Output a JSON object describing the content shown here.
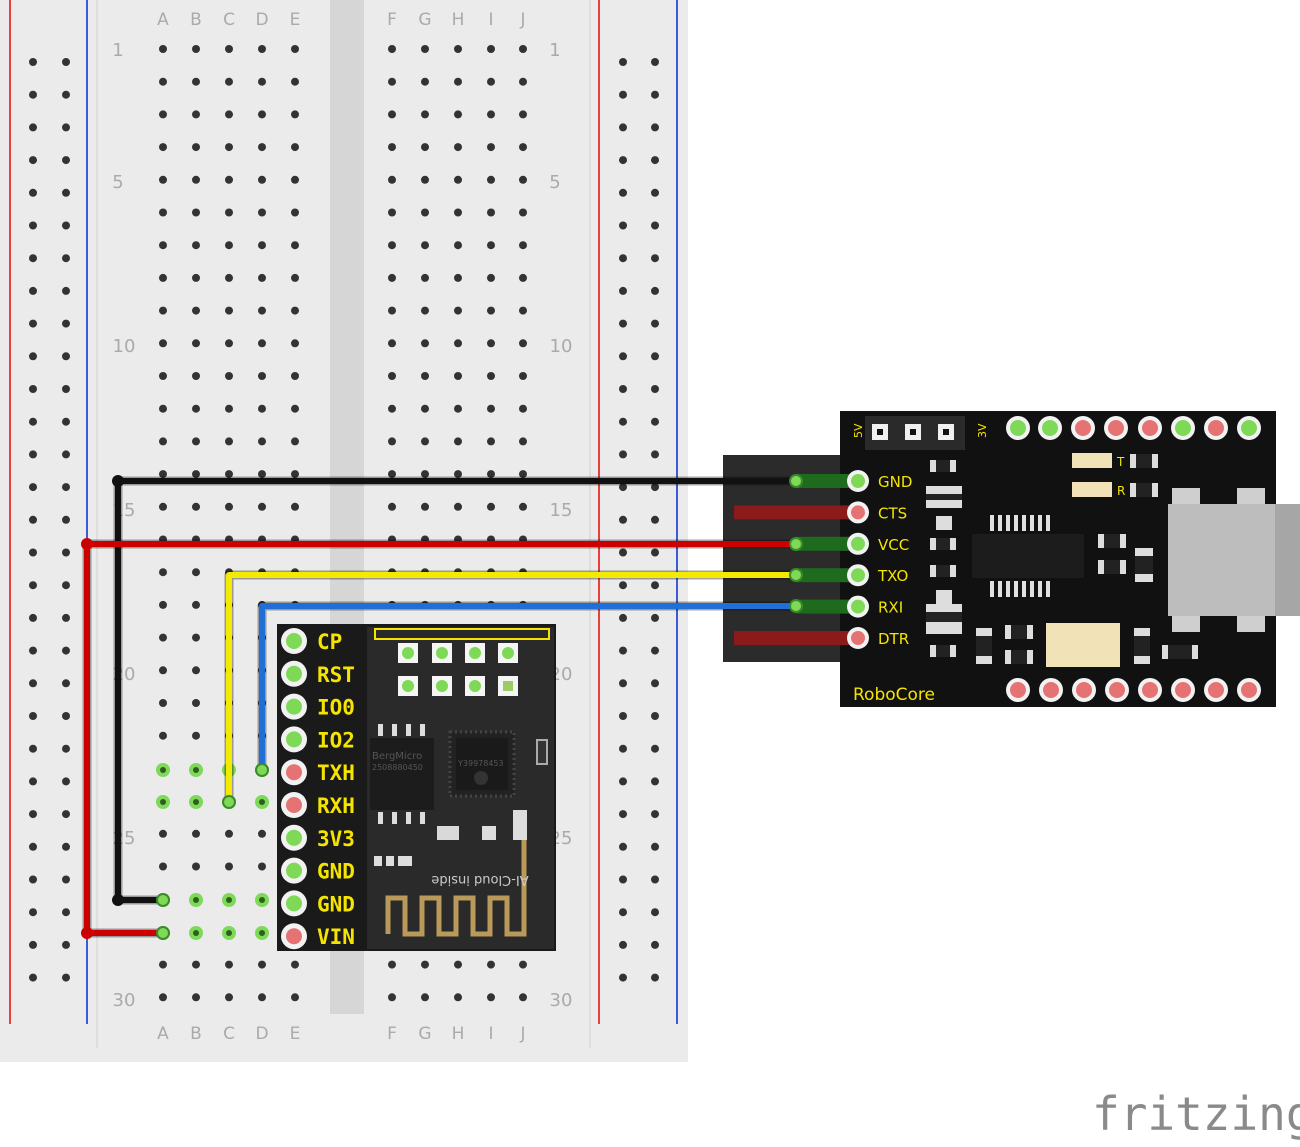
{
  "breadboard": {
    "col_letters_left": [
      "A",
      "B",
      "C",
      "D",
      "E"
    ],
    "col_letters_right": [
      "F",
      "G",
      "H",
      "I",
      "J"
    ],
    "row_numbers": [
      "1",
      "5",
      "10",
      "15",
      "20",
      "25",
      "30"
    ],
    "colors": {
      "board": "#ebebeb",
      "hole": "#333333",
      "red_line": "#e8413c",
      "blue_line": "#3b5bdb"
    }
  },
  "esp_module": {
    "pins": [
      "CP",
      "RST",
      "IO0",
      "IO2",
      "TXH",
      "RXH",
      "3V3",
      "GND",
      "GND",
      "VIN"
    ],
    "shield_text_1": "BergMicro",
    "shield_text_2": "2508880450",
    "chip_text": "Y39978453",
    "antenna_text": "AI-Cloud inside",
    "colors": {
      "pcb": "#1a1a1a",
      "label": "#f5e400"
    }
  },
  "usb_adapter": {
    "brand": "RoboCore",
    "side_pins": [
      "GND",
      "CTS",
      "VCC",
      "TXO",
      "RXI",
      "DTR"
    ],
    "jumper_left": "5V",
    "jumper_right": "3V",
    "led_t": "T",
    "led_r": "R",
    "colors": {
      "pcb": "#111111",
      "label": "#f5e400"
    }
  },
  "wires": [
    {
      "name": "gnd-wire",
      "color": "#111111"
    },
    {
      "name": "vcc-wire",
      "color": "#cc0000"
    },
    {
      "name": "txo-wire",
      "color": "#f2ea00"
    },
    {
      "name": "rxi-wire",
      "color": "#1f6fd6"
    }
  ],
  "watermark": "fritzing"
}
